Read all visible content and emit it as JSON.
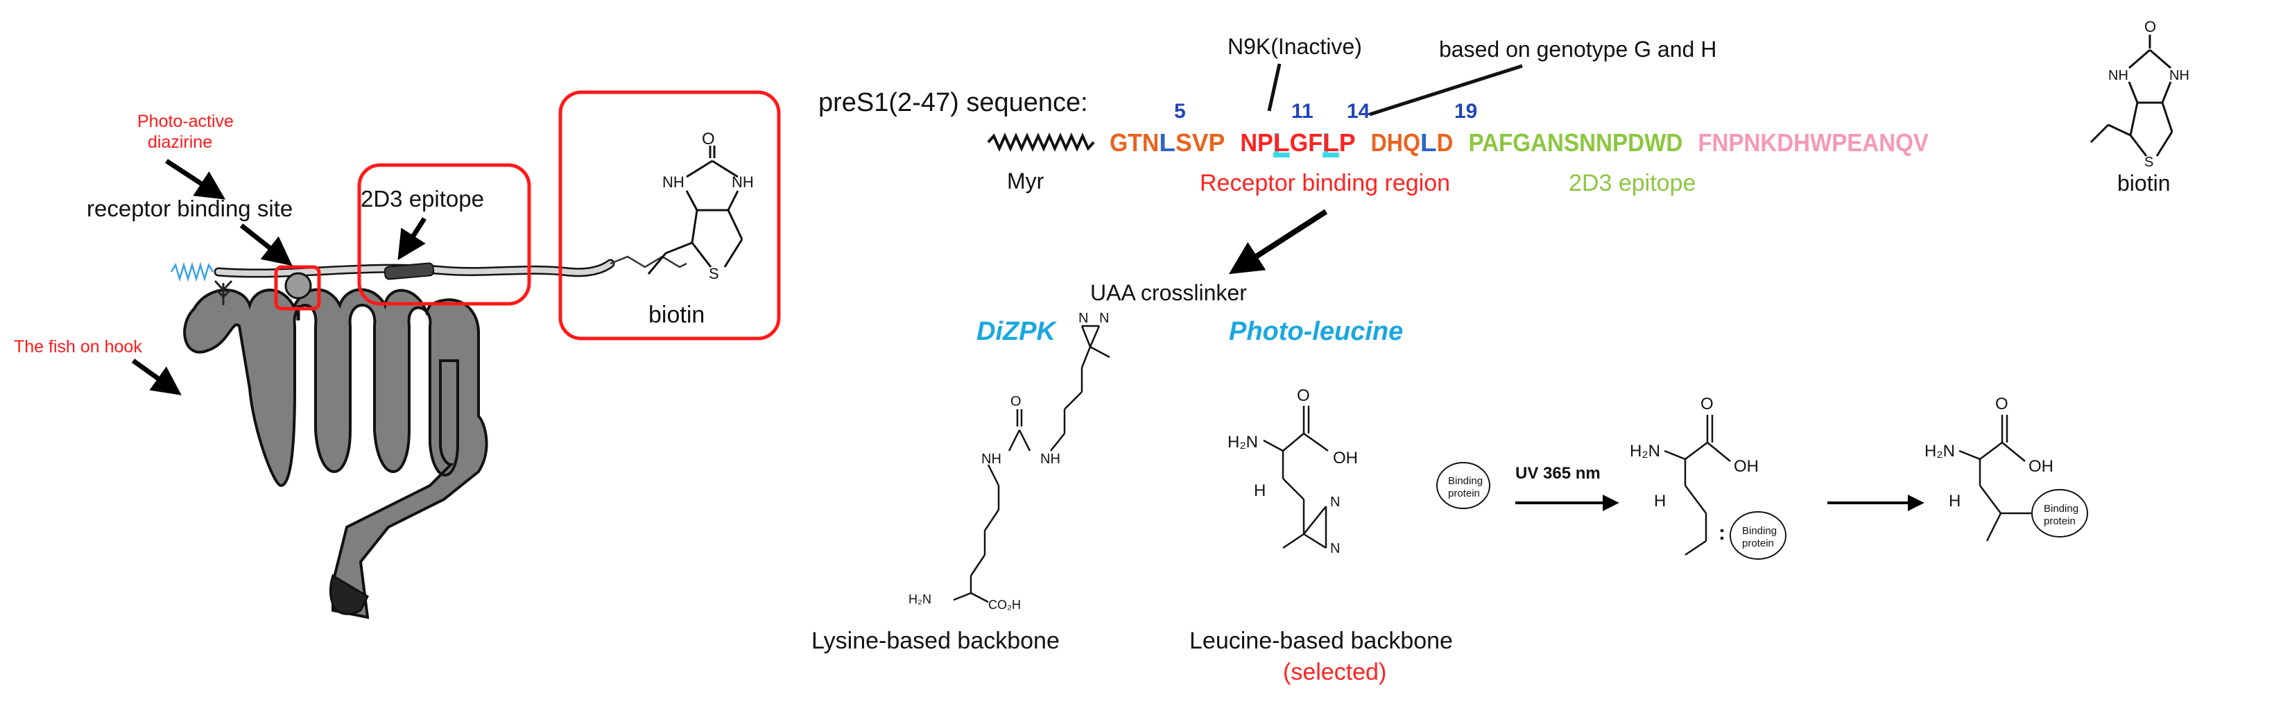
{
  "left_panel": {
    "diazirine_label": "Photo-active\ndiazirine",
    "receptor_site_label": "receptor binding site",
    "epitope_label": "2D3 epitope",
    "biotin_label": "biotin",
    "fish_label": "The fish on hook"
  },
  "sequence": {
    "title": "preS1(2-47) sequence:",
    "myr_label": "Myr",
    "positions": [
      "5",
      "11",
      "14",
      "19"
    ],
    "mutation_note": "N9K(Inactive)",
    "genotype_note": "based on genotype G and H",
    "segments": [
      {
        "text": "GTN",
        "color": "#e8641e"
      },
      {
        "text": "L",
        "color": "#2e64c8"
      },
      {
        "text": "SVP",
        "color": "#e8641e"
      },
      {
        "text": "NP",
        "color": "#ff2222"
      },
      {
        "text": "L",
        "color": "#ff2222",
        "highlight": "#38d8e6"
      },
      {
        "text": "GF",
        "color": "#ff2222"
      },
      {
        "text": "L",
        "color": "#ff2222",
        "highlight": "#38d8e6"
      },
      {
        "text": "P",
        "color": "#ff2222"
      },
      {
        "text": "DHQ",
        "color": "#e8641e"
      },
      {
        "text": "L",
        "color": "#2e64c8"
      },
      {
        "text": "D",
        "color": "#e8641e"
      },
      {
        "text": "PAFGANSNNPDWD",
        "color": "#8cc63f"
      },
      {
        "text": "FNPNKDHWPEANQV",
        "color": "#f49ab4"
      }
    ],
    "receptor_region_label": "Receptor binding region",
    "epitope_label": "2D3 epitope",
    "biotin_label": "biotin"
  },
  "crosslinker": {
    "title": "UAA crosslinker",
    "dizpk_label": "DiZPK",
    "photoleucine_label": "Photo-leucine",
    "lysine_backbone_label": "Lysine-based backbone",
    "leucine_backbone_label": "Leucine-based backbone",
    "selected_label": "(selected)",
    "uv_label": "UV 365 nm",
    "binding_protein_line1": "Binding",
    "binding_protein_line2": "protein",
    "chem": {
      "nh": "NH",
      "h2n": "H₂N",
      "h": "H",
      "o": "O",
      "oh": "OH",
      "n": "N",
      "s": "S",
      "co2h": "CO₂H",
      "radical": ":"
    }
  },
  "colors": {
    "red": "#ff2222",
    "blue_label": "#1aa7e0",
    "green": "#8cc63f",
    "pink": "#f49ab4",
    "orange": "#e8641e",
    "position_blue": "#2244bb",
    "cyan_highlight": "#38d8e6"
  }
}
